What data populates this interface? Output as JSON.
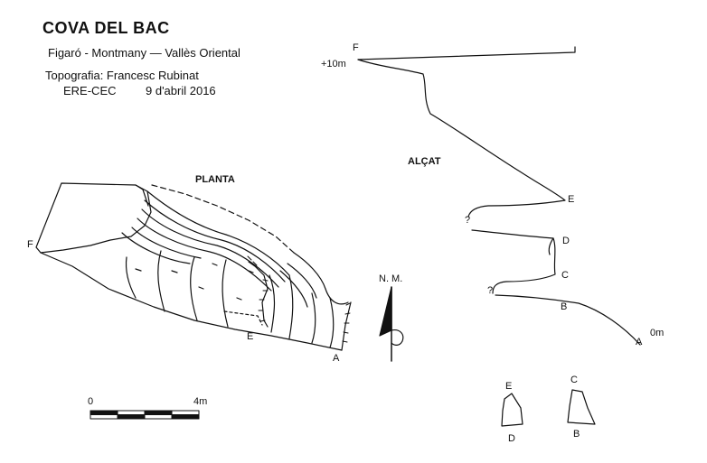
{
  "header": {
    "title": "COVA DEL BAC",
    "location": "Figaró - Montmany — Vallès Oriental",
    "survey": "Topografia: Francesc Rubinat",
    "club": "ERE-CEC",
    "date": "9 d'abril 2016"
  },
  "plan": {
    "title": "PLANTA",
    "station_f": "F",
    "station_e": "E",
    "station_a": "A",
    "north_label": "N. M."
  },
  "elevation": {
    "title": "ALÇAT",
    "station_f": "F",
    "depth_top": "+10m",
    "station_e": "E",
    "question_1": "?",
    "station_d": "D",
    "station_c": "C",
    "question_2": "?",
    "station_b": "B",
    "station_a": "A",
    "depth_bottom": "0m"
  },
  "scale": {
    "start": "0",
    "end": "4m"
  },
  "sections": {
    "section_ed_top": "E",
    "section_ed_bottom": "D",
    "section_cb_top": "C",
    "section_cb_bottom": "B"
  },
  "colors": {
    "ink": "#111111",
    "background": "#ffffff"
  }
}
